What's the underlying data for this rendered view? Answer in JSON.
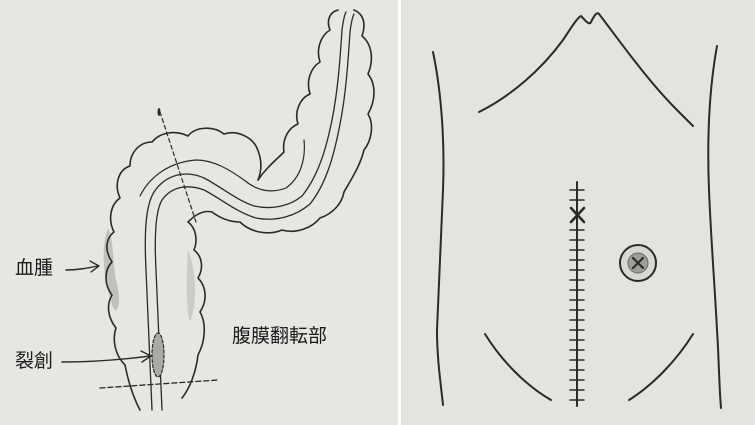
{
  "labels": {
    "hematoma": "血腫",
    "laceration": "裂創",
    "peritoneal_reflection": "腹膜翻転部"
  },
  "colors": {
    "background_left": "#e7e6e3",
    "background_right": "#e4e3e0",
    "ink": "#2a2a2a",
    "hematoma_shade": "#9a9a96"
  }
}
